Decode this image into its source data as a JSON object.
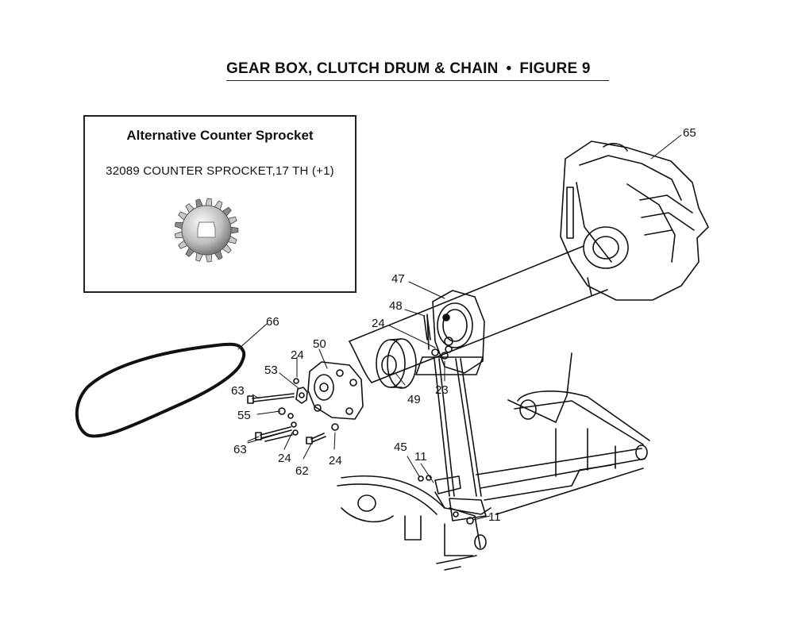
{
  "header": {
    "title_left": "GEAR BOX, CLUTCH DRUM & CHAIN",
    "separator": "•",
    "title_right": "FIGURE 9"
  },
  "inset": {
    "heading": "Alternative Counter Sprocket",
    "part_line": "32089 COUNTER SPROCKET,17 TH (+1)",
    "image_icon": "sprocket-17-teeth-icon"
  },
  "callouts": {
    "c65": "65",
    "c47": "47",
    "c48": "48",
    "c24_top": "24",
    "c66": "66",
    "c50": "50",
    "c24_mid": "24",
    "c53": "53",
    "c63_top": "63",
    "c55": "55",
    "c63_bottom": "63",
    "c24_low1": "24",
    "c24_low2": "24",
    "c62": "62",
    "c49": "49",
    "c23": "23",
    "c45": "45",
    "c11_top": "11",
    "c11_bottom": "11"
  },
  "colors": {
    "ink": "#111111",
    "steel": "#9a9a9a",
    "steel_light": "#d6d6d6",
    "paper": "#ffffff"
  }
}
